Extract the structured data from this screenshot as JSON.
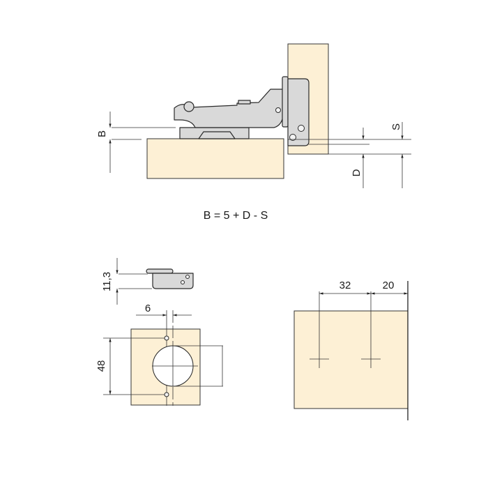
{
  "diagram": {
    "title": "Concealed hinge mounting diagram",
    "colors": {
      "wood": "#fdf0d5",
      "metal": "#d9d9d9",
      "line": "#333333",
      "background": "#ffffff"
    },
    "side_view": {
      "labels": {
        "B": "B",
        "D": "D",
        "S": "S"
      },
      "formula": "B = 5 + D - S"
    },
    "plate_view": {
      "height_label": "11,3",
      "offset_label": "6",
      "hole_spacing_label": "48"
    },
    "door_view": {
      "spacing_label": "32",
      "edge_label": "20"
    }
  }
}
